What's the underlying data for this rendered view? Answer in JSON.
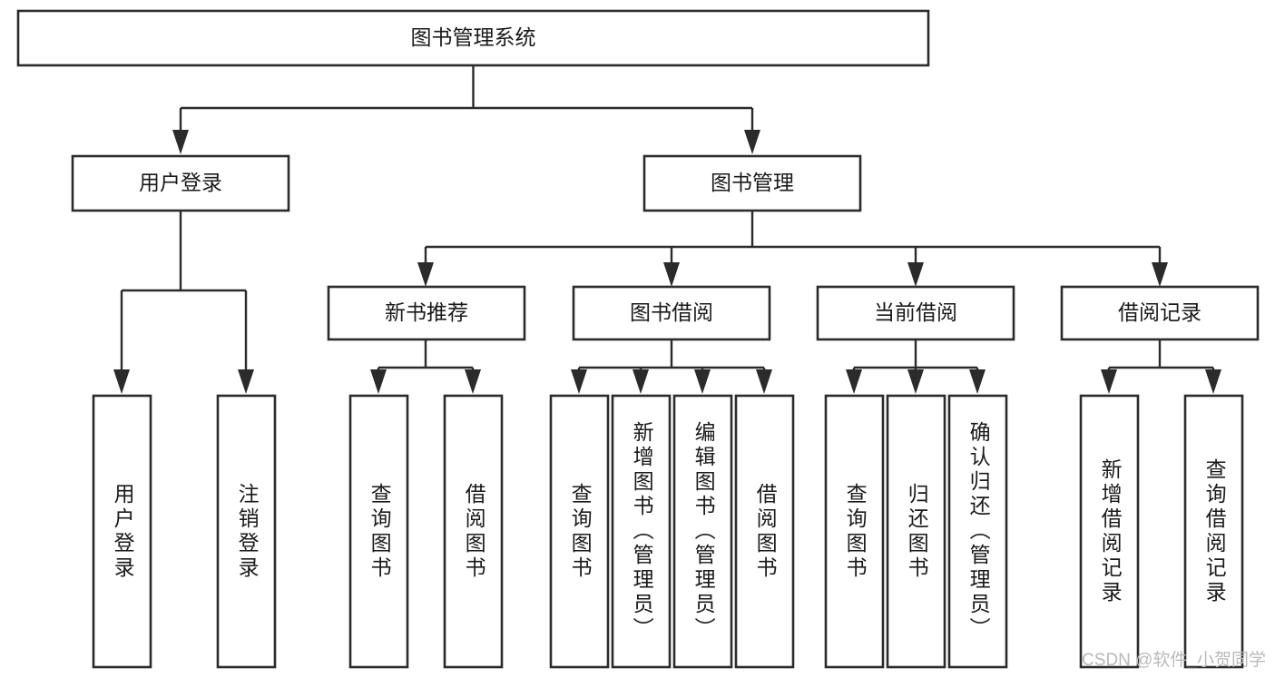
{
  "diagram": {
    "type": "hierarchy-tree",
    "title": "图书管理系统",
    "levels": 4,
    "colors": {
      "box_stroke": "#2b2b2b",
      "box_fill": "#ffffff",
      "connector": "#2b2b2b",
      "text": "#1a1a1a",
      "watermark": "#b9b9b9",
      "background": "#ffffff"
    },
    "root": {
      "label": "图书管理系统",
      "children": [
        {
          "label": "用户登录",
          "children": [
            {
              "label": "用户登录"
            },
            {
              "label": "注销登录"
            }
          ]
        },
        {
          "label": "图书管理",
          "children": [
            {
              "label": "新书推荐",
              "children": [
                {
                  "label": "查询图书"
                },
                {
                  "label": "借阅图书"
                }
              ]
            },
            {
              "label": "图书借阅",
              "children": [
                {
                  "label": "查询图书"
                },
                {
                  "label": "新增图书（管理员）"
                },
                {
                  "label": "编辑图书（管理员）"
                },
                {
                  "label": "借阅图书"
                }
              ]
            },
            {
              "label": "当前借阅",
              "children": [
                {
                  "label": "查询图书"
                },
                {
                  "label": "归还图书"
                },
                {
                  "label": "确认归还（管理员）"
                }
              ]
            },
            {
              "label": "借阅记录",
              "children": [
                {
                  "label": "新增借阅记录"
                },
                {
                  "label": "查询借阅记录"
                }
              ]
            }
          ]
        }
      ]
    }
  },
  "nodes": {
    "root": "图书管理系统",
    "user_login": "用户登录",
    "book_manage": "图书管理",
    "new_book_rec": "新书推荐",
    "book_borrow": "图书借阅",
    "current_borrow": "当前借阅",
    "borrow_record": "借阅记录",
    "leaf_user_login": "用户登录",
    "leaf_logout": "注销登录",
    "leaf_rec_query_book": "查询图书",
    "leaf_rec_borrow_book": "借阅图书",
    "leaf_borrow_query_book": "查询图书",
    "leaf_borrow_add_book": "新增图书（管理员）",
    "leaf_borrow_edit_book": "编辑图书（管理员）",
    "leaf_borrow_borrow_book": "借阅图书",
    "leaf_cur_query_book": "查询图书",
    "leaf_cur_return_book": "归还图书",
    "leaf_cur_confirm_return": "确认归还（管理员）",
    "leaf_rec_add_record": "新增借阅记录",
    "leaf_rec_query_record": "查询借阅记录"
  },
  "watermark": {
    "text": "CSDN @软件_小贺同学"
  }
}
